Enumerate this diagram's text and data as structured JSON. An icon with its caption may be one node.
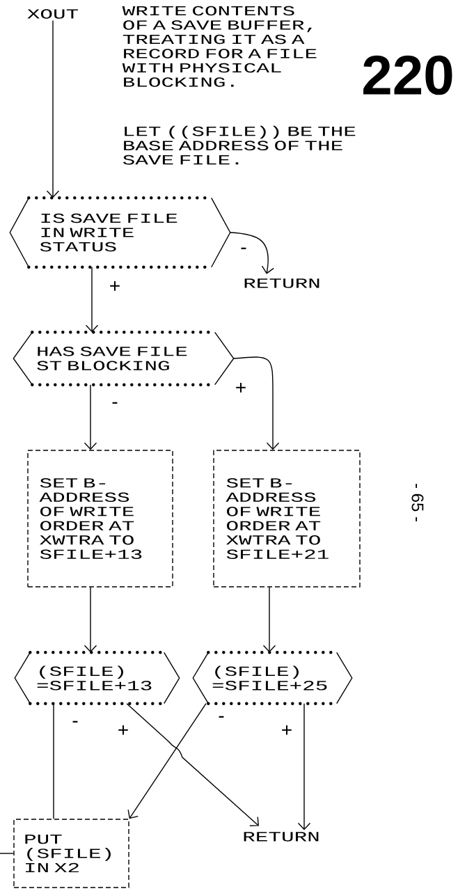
{
  "diagram": {
    "nodes": [
      {
        "text": [
          "XOUT"
        ]
      },
      {
        "text": [
          "IS SAVE FILE IN WRITE STATUS"
        ]
      },
      {
        "text": [
          "RETURN"
        ]
      },
      {
        "text": [
          "HAS SAVE FILE ST BLOCKING"
        ]
      },
      {
        "text": [
          "SET B-ADDRESS OF WRITE ORDER AT XWTRA TO SFILE+13"
        ]
      },
      {
        "text": [
          "SET B-ADDRESS OF WRITE ORDER AT XWTRA TO SFILE+21"
        ]
      },
      {
        "text": [
          "(SFILE) =SFILE+13"
        ]
      },
      {
        "text": [
          "(SFILE) =SFILE+25"
        ]
      },
      {
        "text": [
          "PUT (SFILE) IN X2"
        ]
      },
      {
        "text": [
          "RETURN"
        ]
      }
    ],
    "edges": [
      {
        "from": 0,
        "to": 1,
        "arrow": "to"
      },
      {
        "from": 1,
        "to": 2,
        "arrow": "to",
        "label": "-"
      },
      {
        "from": 1,
        "to": 3,
        "arrow": "to",
        "label": "+"
      },
      {
        "from": 3,
        "to": 4,
        "arrow": "to",
        "label": "-"
      },
      {
        "from": 3,
        "to": 5,
        "arrow": "to",
        "label": "+"
      },
      {
        "from": 4,
        "to": 6,
        "arrow": "to"
      },
      {
        "from": 5,
        "to": 7,
        "arrow": "to"
      },
      {
        "from": 6,
        "to": 8,
        "arrow": "none",
        "label": "-"
      },
      {
        "from": 6,
        "to": 9,
        "arrow": "to",
        "label": "+"
      },
      {
        "from": 7,
        "to": 8,
        "arrow": "to",
        "label": "-"
      },
      {
        "from": 7,
        "to": 9,
        "arrow": "to",
        "label": "+"
      },
      {
        "from": 8,
        "to": null,
        "arrow": "none"
      }
    ],
    "labels": [
      "WRITE CONTENTS OF A SAVE BUFFER, TREATING IT AS A RECORD FOR A FILE WITH PHYSICAL BLOCKING.",
      "LET ((SFILE)) BE THE BASE ADDRESS OF THE SAVE FILE.",
      "220",
      "- 65 -"
    ]
  }
}
